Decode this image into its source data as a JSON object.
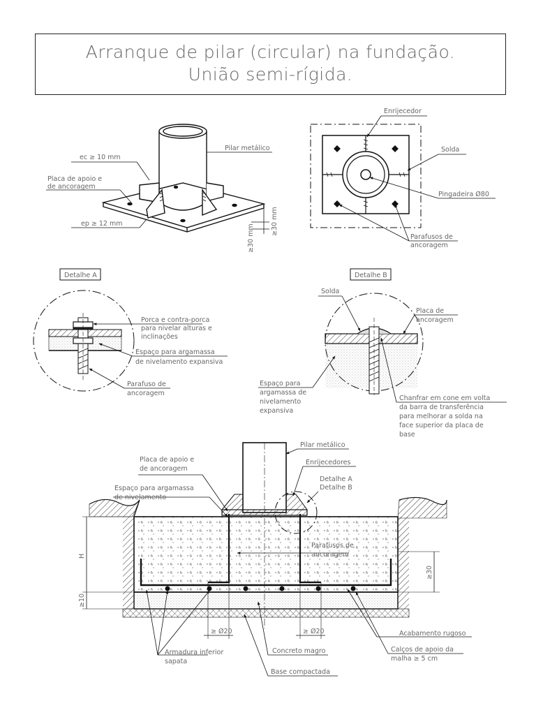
{
  "title": {
    "line1": "Arranque de pilar (circular) na fundação.",
    "line2": "União semi-rígida."
  },
  "iso_view": {
    "labels": {
      "pilar": "Pilar metálico",
      "ec": "ec ≥ 10 mm",
      "placa_l1": "Placa de apoio e",
      "placa_l2": "de ancoragem",
      "ep": "ep ≥ 12 mm",
      "dim1": "≥30 mm",
      "dim2": "≥30 mm"
    }
  },
  "plan_view": {
    "labels": {
      "enrijecedor": "Enrijecedor",
      "solda": "Solda",
      "pingadeira": "Pingadeira Ø80",
      "parafusos_l1": "Parafusos de",
      "parafusos_l2": "ancoragem"
    }
  },
  "detail_a": {
    "title": "Detalhe A",
    "labels": {
      "porca_l1": "Porca e contra-porca",
      "porca_l2": "para nivelar alturas e",
      "porca_l3": "inclinações",
      "espaco_l1": "Espaço para argamassa",
      "espaco_l2": "de nivelamento expansiva",
      "parafuso_l1": "Parafuso de",
      "parafuso_l2": "ancoragem"
    }
  },
  "detail_b": {
    "title": "Detalhe B",
    "labels": {
      "solda": "Solda",
      "placa_l1": "Placa de",
      "placa_l2": "ancoragem",
      "espaco_l1": "Espaço para",
      "espaco_l2": "argamassa de",
      "espaco_l3": "nivelamento",
      "espaco_l4": "expansiva",
      "chanfrar_l1": "Chanfrar em cone em volta",
      "chanfrar_l2": "da barra de transferência",
      "chanfrar_l3": "para melhorar a solda na",
      "chanfrar_l4": "face superior da placa de",
      "chanfrar_l5": "base"
    }
  },
  "section_view": {
    "labels": {
      "pilar": "Pilar metálico",
      "placa_l1": "Placa de apoio e",
      "placa_l2": "de ancoragem",
      "enrijecedores": "Enrijecedores",
      "espaco_l1": "Espaço para argamassa",
      "espaco_l2": "de nivelamento",
      "detalhe_a": "Detalhe A",
      "detalhe_b": "Detalhe B",
      "parafusos_l1": "Parafusos de",
      "parafusos_l2": "ancoragem",
      "acabamento": "Acabamento rugoso",
      "armadura_l1": "Armadura inferior",
      "armadura_l2": "sapata",
      "concreto": "Concreto magro",
      "calcos_l1": "Calços de apoio da",
      "calcos_l2": "malha ≥ 5 cm",
      "base": "Base compactada",
      "dim_h": "H",
      "dim_10": "≥10",
      "dim_30": "≥30",
      "dim_b1": "≥ Ø20",
      "dim_b2": "≥ Ø20"
    }
  }
}
